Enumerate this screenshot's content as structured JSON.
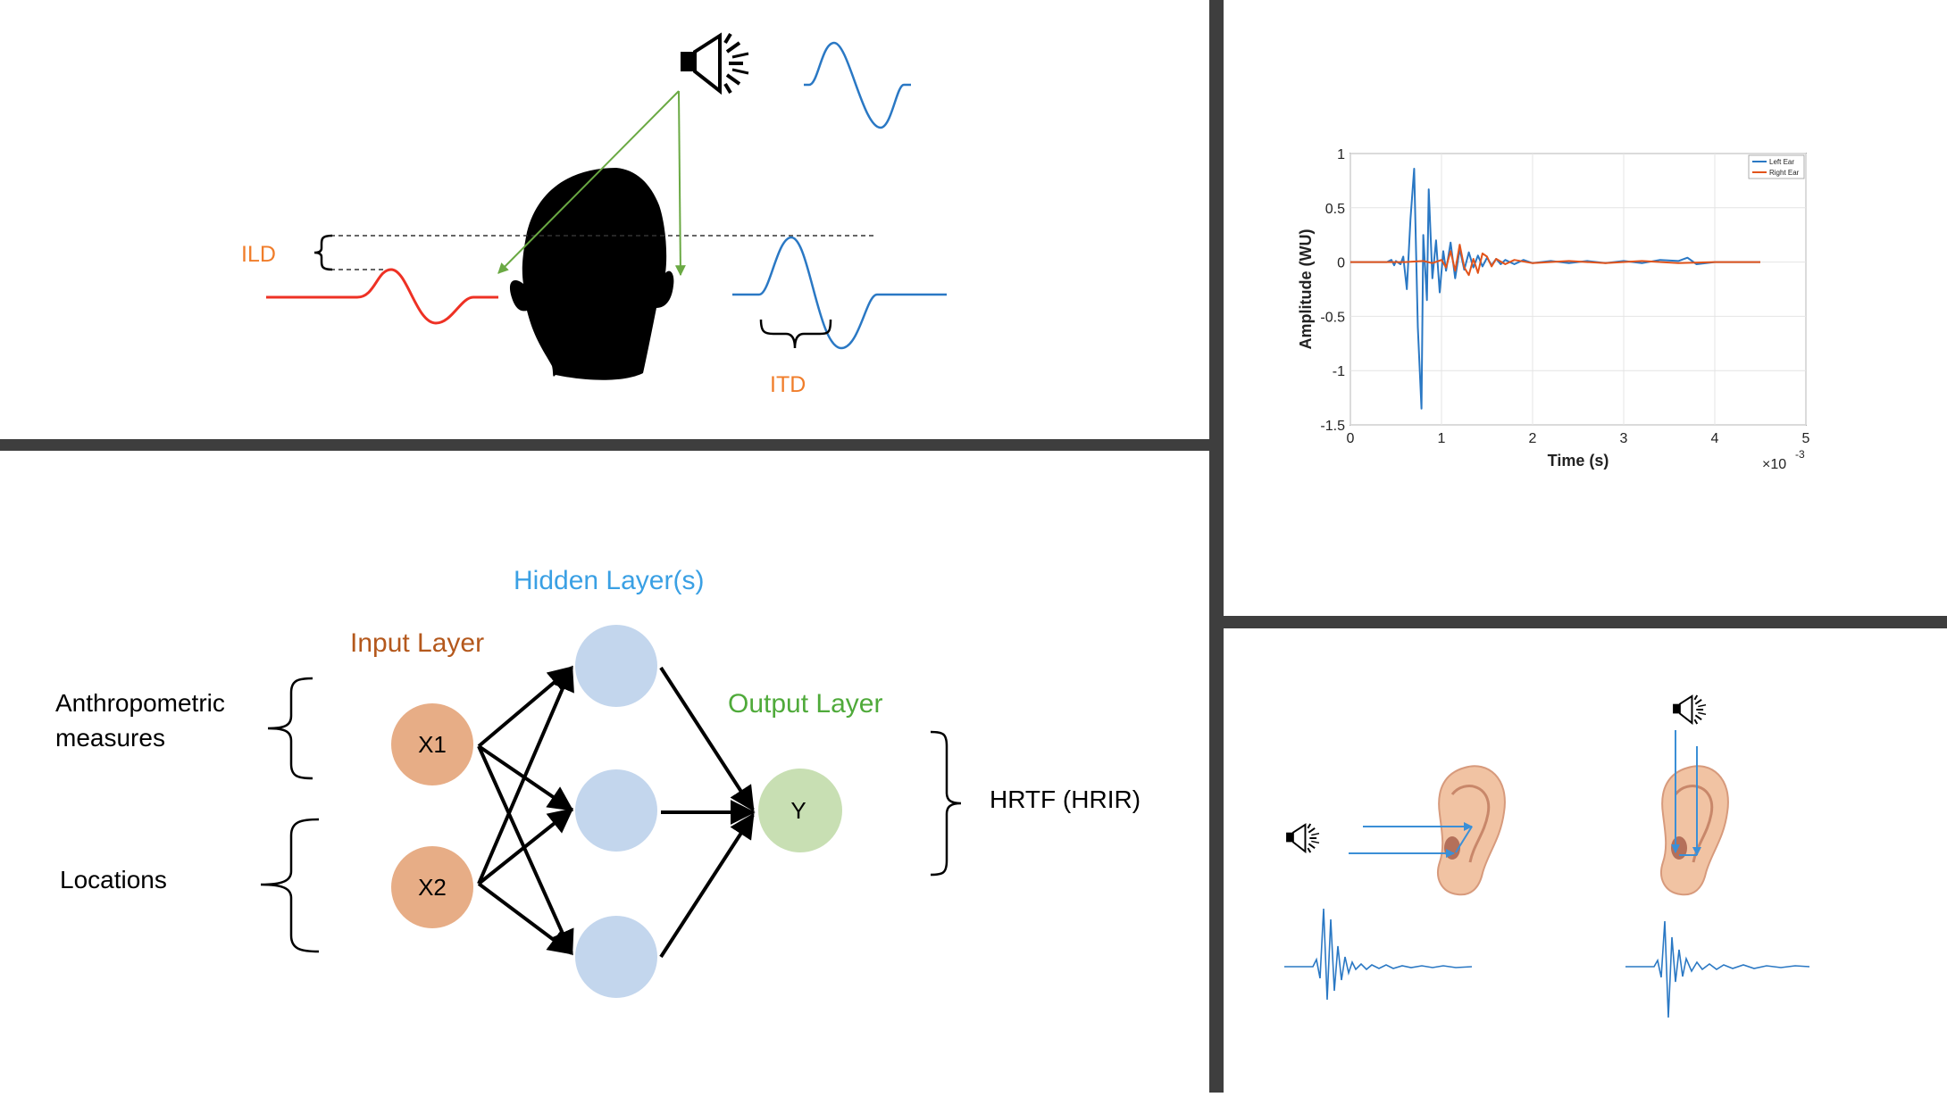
{
  "colors": {
    "divider": "#3e3e3e",
    "orange_label": "#f07d2a",
    "input_label": "#b4581c",
    "hidden_label": "#3aa0e4",
    "output_label": "#4faa3a",
    "node_input": "#e7ad86",
    "node_hidden": "#c3d6ed",
    "node_output": "#c8dfb3",
    "blue_wave": "#2a78c4",
    "red_wave": "#ee3124",
    "green_ray": "#6aa943",
    "left_ear_series": "#2a78c4",
    "right_ear_series": "#e2541b",
    "ear_skin": "#f1c3a3"
  },
  "icons": {
    "speaker": "speaker-icon",
    "head": "head-silhouette",
    "ear": "ear-icon"
  },
  "panel_localization": {
    "ild_label": "ILD",
    "itd_label": "ITD"
  },
  "panel_network": {
    "hidden_label": "Hidden Layer(s)",
    "input_label": "Input Layer",
    "output_label": "Output Layer",
    "input_desc_line1": "Anthropometric",
    "input_desc_line2": "measures",
    "input_desc_locations": "Locations",
    "output_desc": "HRTF (HRIR)",
    "nodes": {
      "x1": "X1",
      "x2": "X2",
      "y": "Y"
    }
  },
  "chart_data": {
    "type": "line",
    "xlabel": "Time (s)",
    "ylabel": "Amplitude (WU)",
    "x_scale_label": "×10",
    "x_scale_exponent": "-3",
    "xlim": [
      0,
      5
    ],
    "ylim": [
      -1.5,
      1
    ],
    "xticks": [
      "0",
      "1",
      "2",
      "3",
      "4",
      "5"
    ],
    "yticks": [
      "1",
      "0.5",
      "0",
      "-0.5",
      "-1",
      "-1.5"
    ],
    "ytick_values": [
      1,
      0.5,
      0,
      -0.5,
      -1,
      -1.5
    ],
    "grid": true,
    "legend_position": "top-right",
    "series": [
      {
        "name": "Left Ear",
        "x": [
          0.0,
          0.4,
          0.45,
          0.48,
          0.5,
          0.55,
          0.58,
          0.62,
          0.66,
          0.7,
          0.74,
          0.78,
          0.8,
          0.84,
          0.86,
          0.9,
          0.94,
          0.98,
          1.02,
          1.05,
          1.1,
          1.15,
          1.2,
          1.25,
          1.3,
          1.35,
          1.4,
          1.45,
          1.5,
          1.55,
          1.6,
          1.65,
          1.7,
          1.8,
          1.9,
          2.0,
          2.2,
          2.4,
          2.6,
          2.8,
          3.0,
          3.2,
          3.4,
          3.6,
          3.7,
          3.8,
          4.0,
          4.5
        ],
        "y": [
          0.0,
          0.0,
          0.02,
          -0.03,
          0.01,
          -0.02,
          0.05,
          -0.25,
          0.4,
          0.86,
          -0.6,
          -1.35,
          0.25,
          -0.35,
          0.67,
          -0.15,
          0.2,
          -0.28,
          0.1,
          -0.08,
          0.18,
          -0.15,
          0.12,
          -0.07,
          0.09,
          -0.05,
          0.06,
          -0.04,
          0.04,
          -0.03,
          0.03,
          -0.02,
          0.02,
          -0.02,
          0.02,
          -0.01,
          0.01,
          -0.01,
          0.01,
          -0.01,
          0.01,
          -0.01,
          0.02,
          0.01,
          0.04,
          -0.02,
          0.0,
          0.0
        ]
      },
      {
        "name": "Right Ear",
        "x": [
          0.0,
          0.6,
          0.8,
          0.9,
          1.0,
          1.05,
          1.1,
          1.15,
          1.2,
          1.25,
          1.3,
          1.35,
          1.4,
          1.45,
          1.5,
          1.55,
          1.6,
          1.7,
          1.8,
          2.0,
          2.4,
          2.8,
          3.2,
          3.6,
          4.0,
          4.5
        ],
        "y": [
          0.0,
          0.0,
          0.01,
          -0.01,
          0.02,
          -0.05,
          0.1,
          -0.08,
          0.16,
          -0.05,
          -0.12,
          0.03,
          -0.1,
          0.08,
          0.05,
          -0.04,
          0.03,
          -0.02,
          0.02,
          -0.01,
          0.01,
          -0.01,
          0.01,
          -0.01,
          0.0,
          0.0
        ]
      }
    ]
  }
}
